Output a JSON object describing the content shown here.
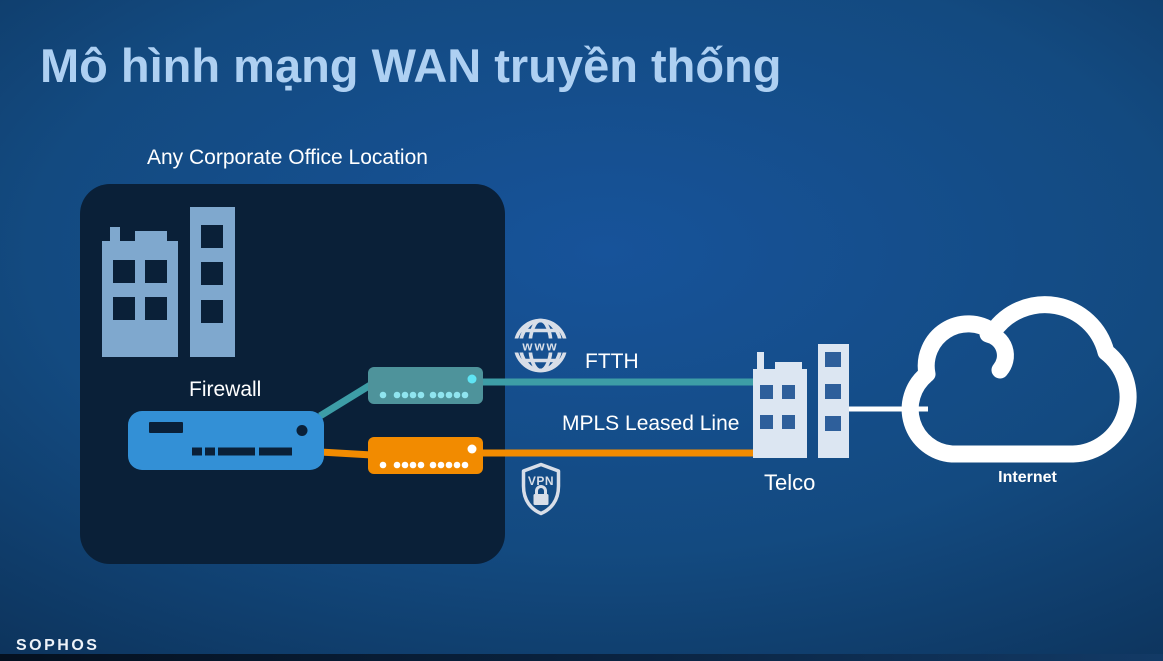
{
  "header": {
    "title": "Mô hình mạng WAN truyền thống"
  },
  "office": {
    "label": "Any Corporate Office Location",
    "firewall_label": "Firewall"
  },
  "connections": {
    "ftth": {
      "label": "FTTH",
      "icon": "www-globe-icon",
      "icon_text": "www",
      "color": "#3d9da6"
    },
    "mpls": {
      "label": "MPLS Leased Line",
      "icon": "vpn-shield-icon",
      "icon_text": "VPN",
      "color": "#f28b00"
    }
  },
  "telco": {
    "label": "Telco"
  },
  "internet": {
    "label": "Internet"
  },
  "footer": {
    "brand": "SOPHOS"
  },
  "colors": {
    "background_center": "#17539a",
    "background_edge": "#081a31",
    "panel": "#0a2038",
    "title_text": "#aed0f2",
    "teal_line": "#3d9da6",
    "teal_device": "#4e939b",
    "teal_dots": "#8fe4ef",
    "teal_indicator": "#5fe4f4",
    "orange": "#f28b00",
    "firewall_blue": "#3390d6",
    "office_building": "#7fa8ce",
    "telco_building": "#dce6f2",
    "telco_window": "#2e5f9b",
    "icon_gray": "#d8dee8",
    "white": "#ffffff"
  }
}
